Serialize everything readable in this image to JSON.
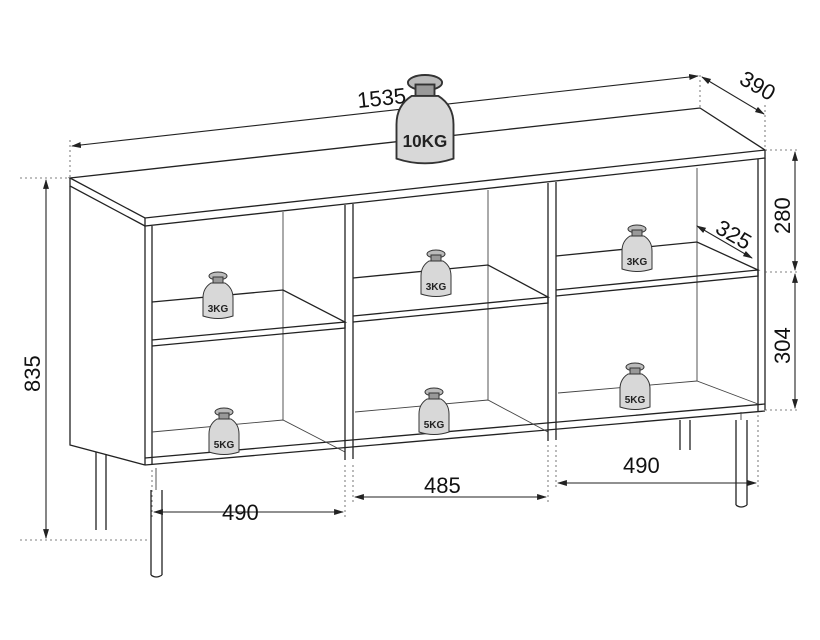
{
  "dimensions": {
    "width": "1535",
    "depth": "390",
    "height": "835",
    "upper_compartment_height": "280",
    "lower_compartment_height": "304",
    "shelf_depth": "325",
    "left_compartment_width": "490",
    "middle_compartment_width": "485",
    "right_compartment_width": "490"
  },
  "weights": {
    "top": "10KG",
    "shelf_left": "3KG",
    "shelf_middle": "3KG",
    "shelf_right": "3KG",
    "bottom_left": "5KG",
    "bottom_middle": "5KG",
    "bottom_right": "5KG"
  }
}
